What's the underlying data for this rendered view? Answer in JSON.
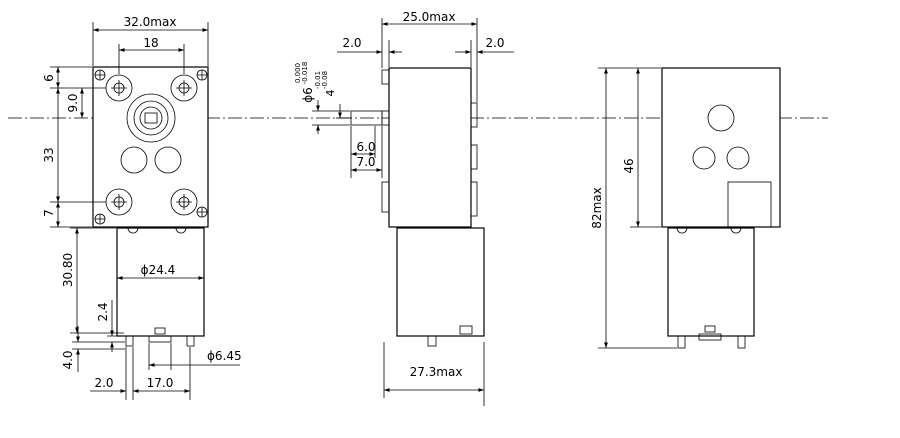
{
  "front_view": {
    "width": "32.0max",
    "hole_pitch": "18",
    "top_edge": "6",
    "shaft_offset": "9.0",
    "hole_span": "33",
    "bottom_edge": "7",
    "motor_length": "30.80",
    "motor_diameter": "ϕ24.4",
    "terminal_height": "2.4",
    "terminal_width": "4.0",
    "terminal_edge": "2.0",
    "terminal_spacing": "17.0",
    "boss_diameter": "ϕ6.45"
  },
  "side_view": {
    "width": "25.0max",
    "left_offset": "2.0",
    "right_offset": "2.0",
    "shaft_diameter": "ϕ6",
    "shaft_tol": "0.000\n-0.018",
    "flat_width": "4",
    "flat_tol": "-0.01\n-0.08",
    "flat_length": "6.0",
    "shaft_length": "7.0",
    "motor_width": "27.3max"
  },
  "back_view": {
    "total_length": "82max",
    "gearbox_height": "46"
  },
  "colors": {
    "line": "#000000",
    "background": "#ffffff"
  }
}
